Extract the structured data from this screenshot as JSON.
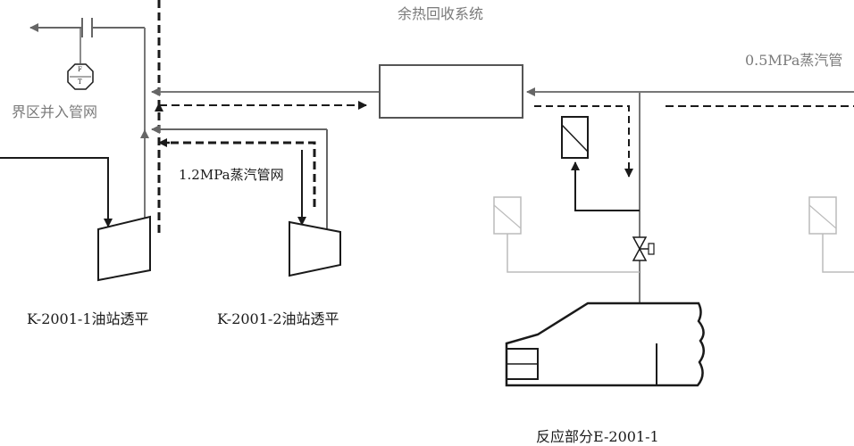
{
  "labels": {
    "waste_heat_recovery": "余热回收系统",
    "steam_05mpa": "0.5MPa蒸汽管",
    "boundary_network": "界区并入管网",
    "steam_12mpa": "1.2MPa蒸汽管网",
    "k2001_1": "K-2001-1油站透平",
    "k2001_2": "K-2001-2油站透平",
    "reactor": "反应部分E-2001-1",
    "ft_top": "F",
    "ft_bottom": "T"
  },
  "colors": {
    "line_dark": "#1a1a1a",
    "line_mid": "#666666",
    "line_light": "#bbbbbb",
    "text_dark": "#1a1a1a",
    "text_grey": "#7a7a7a"
  }
}
